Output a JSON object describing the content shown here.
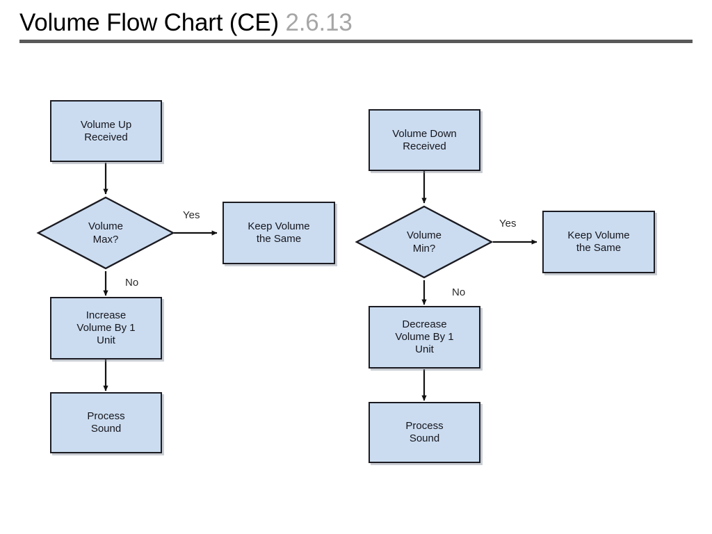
{
  "header": {
    "title_main": "Volume Flow Chart (CE)",
    "title_version": "2.6.13"
  },
  "theme": {
    "node_fill": "#cbdcf0",
    "node_border": "#1b1b22",
    "rule_color": "#595959",
    "title_color": "#000000",
    "version_color": "#a6a6a6",
    "edge_color": "#111111",
    "background": "#ffffff"
  },
  "chart_data": {
    "type": "diagram",
    "diagram_kind": "flowchart",
    "title": "Volume Flow Chart (CE)",
    "branches": [
      {
        "name": "volume-up",
        "nodes": [
          {
            "id": "up-received",
            "shape": "process",
            "text": "Volume Up\nReceived"
          },
          {
            "id": "volume-max",
            "shape": "decision",
            "text": "Volume\nMax?"
          },
          {
            "id": "keep-same-up",
            "shape": "process",
            "text": "Keep Volume\nthe Same"
          },
          {
            "id": "increase",
            "shape": "process",
            "text": "Increase\nVolume By 1\nUnit"
          },
          {
            "id": "process-sound-up",
            "shape": "process",
            "text": "Process\nSound"
          }
        ],
        "edges": [
          {
            "from": "up-received",
            "to": "volume-max",
            "label": ""
          },
          {
            "from": "volume-max",
            "to": "keep-same-up",
            "label": "Yes"
          },
          {
            "from": "volume-max",
            "to": "increase",
            "label": "No"
          },
          {
            "from": "increase",
            "to": "process-sound-up",
            "label": ""
          }
        ]
      },
      {
        "name": "volume-down",
        "nodes": [
          {
            "id": "down-received",
            "shape": "process",
            "text": "Volume Down\nReceived"
          },
          {
            "id": "volume-min",
            "shape": "decision",
            "text": "Volume\nMin?"
          },
          {
            "id": "keep-same-down",
            "shape": "process",
            "text": "Keep Volume\nthe Same"
          },
          {
            "id": "decrease",
            "shape": "process",
            "text": "Decrease\nVolume By 1\nUnit"
          },
          {
            "id": "process-sound-down",
            "shape": "process",
            "text": "Process\nSound"
          }
        ],
        "edges": [
          {
            "from": "down-received",
            "to": "volume-min",
            "label": ""
          },
          {
            "from": "volume-min",
            "to": "keep-same-down",
            "label": "Yes"
          },
          {
            "from": "volume-min",
            "to": "decrease",
            "label": "No"
          },
          {
            "from": "decrease",
            "to": "process-sound-down",
            "label": ""
          }
        ]
      }
    ]
  },
  "nodes": {
    "up_received": "Volume Up\nReceived",
    "volume_max": "Volume\nMax?",
    "keep_same_up": "Keep Volume\nthe Same",
    "increase": "Increase\nVolume By 1\nUnit",
    "process_sound_up": "Process\nSound",
    "down_received": "Volume Down\nReceived",
    "volume_min": "Volume\nMin?",
    "keep_same_down": "Keep Volume\nthe Same",
    "decrease": "Decrease\nVolume By 1\nUnit",
    "process_sound_down": "Process\nSound"
  },
  "edge_labels": {
    "yes_left": "Yes",
    "no_left": "No",
    "yes_right": "Yes",
    "no_right": "No"
  }
}
